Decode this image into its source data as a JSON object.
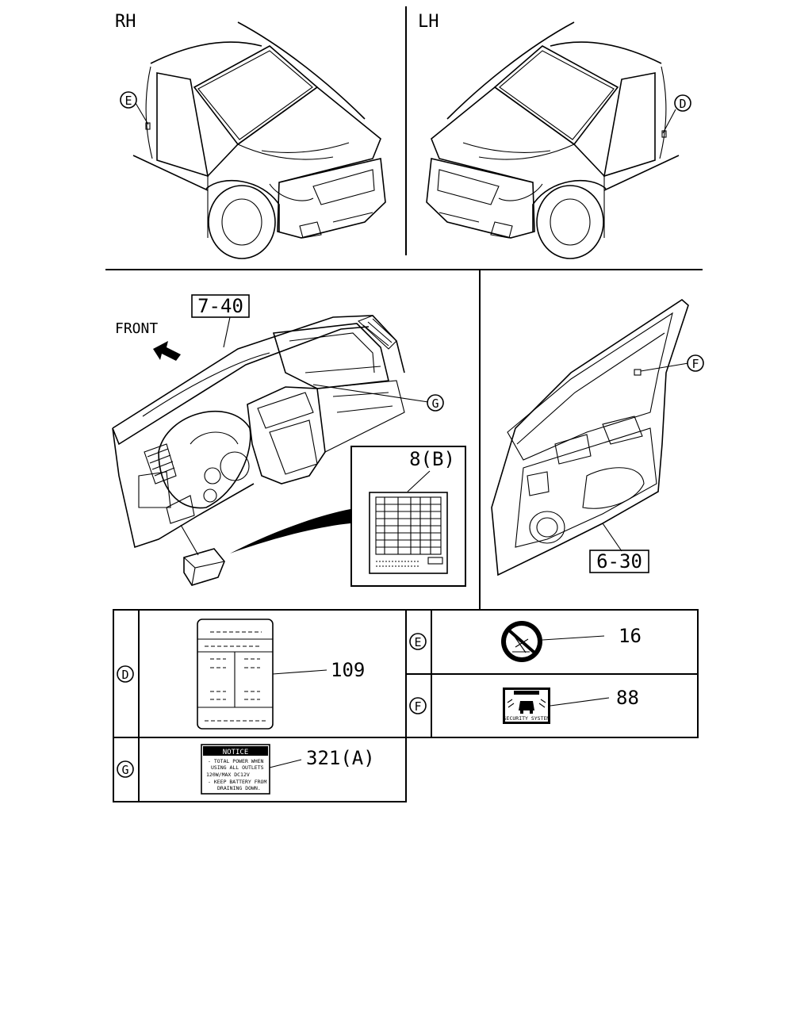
{
  "views": {
    "rh_label": "RH",
    "lh_label": "LH",
    "front_label": "FRONT"
  },
  "callouts": {
    "d": "D",
    "e": "E",
    "f": "F",
    "g": "G"
  },
  "part_refs": {
    "dashboard": "7-40",
    "door": "6-30",
    "fuse_box": "8(B)"
  },
  "legend": {
    "rows": [
      {
        "letter": "D",
        "part_no": "109"
      },
      {
        "letter": "E",
        "part_no": "16"
      },
      {
        "letter": "F",
        "part_no": "88"
      },
      {
        "letter": "G",
        "part_no": "321(A)"
      }
    ]
  },
  "labels": {
    "notice": {
      "title": "NOTICE",
      "lines": [
        "- TOTAL POWER WHEN",
        "USING ALL OUTLETS",
        "120W/MAX  DC12V",
        "- KEEP BATTERY FROM",
        "DRAINING DOWN."
      ]
    },
    "security": {
      "caption": "SECURITY SYSTEM"
    }
  }
}
